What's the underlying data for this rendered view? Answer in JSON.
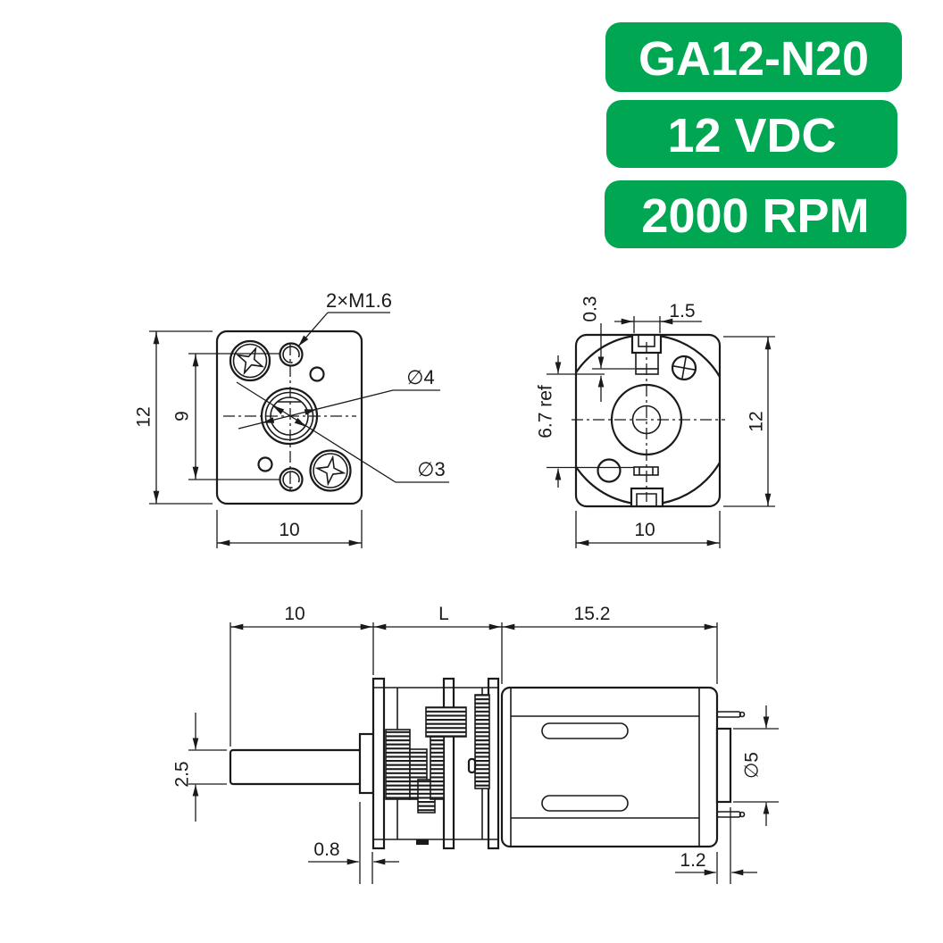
{
  "colors": {
    "badge_green": "#00A651",
    "ink": "#1a1a1a",
    "background": "#ffffff"
  },
  "badges": [
    {
      "label": "GA12-N20"
    },
    {
      "label": "12 VDC"
    },
    {
      "label": "2000 RPM"
    }
  ],
  "front_view": {
    "height": "12",
    "hole_spacing": "9",
    "width": "10",
    "tapped_holes_label": "2×M1.6",
    "hub_diameter_label": "∅4",
    "shaft_diameter_label": "∅3"
  },
  "rear_view": {
    "tab_step": "0.3",
    "tab_width": "1.5",
    "contact_span": "6.7 ref",
    "height": "12",
    "width": "10"
  },
  "side_view": {
    "shaft_length": "10",
    "gearbox_length": "L",
    "motor_length": "15.2",
    "shaft_diameter": "2.5",
    "bearing_boss_diameter": "∅5",
    "flange_thickness": "0.8",
    "boss_length": "1.2"
  }
}
